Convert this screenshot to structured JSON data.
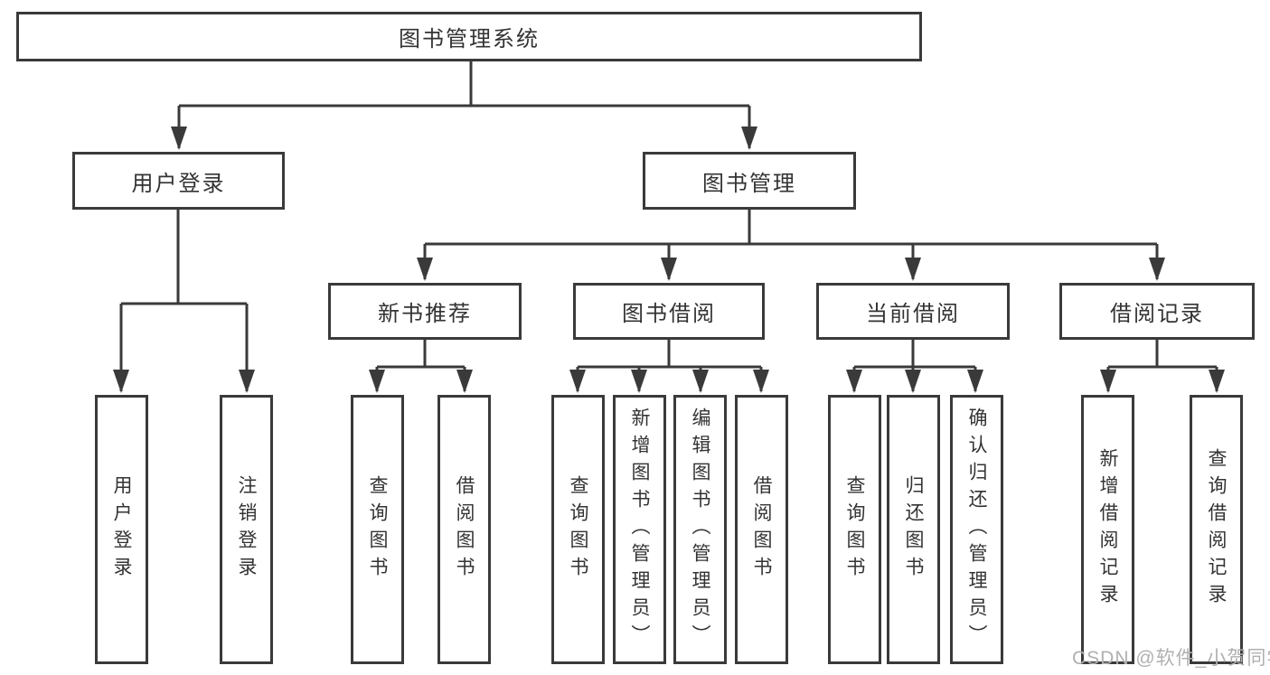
{
  "diagram": {
    "root": "图书管理系统",
    "level1": [
      "用户登录",
      "图书管理"
    ],
    "level2": [
      "新书推荐",
      "图书借阅",
      "当前借阅",
      "借阅记录"
    ],
    "leaves": [
      "用户登录",
      "注销登录",
      "查询图书",
      "借阅图书",
      "查询图书",
      "新增图书（管理员）",
      "编辑图书（管理员）",
      "借阅图书",
      "查询图书",
      "归还图书",
      "确认归还（管理员）",
      "新增借阅记录",
      "查询借阅记录"
    ]
  },
  "watermark": "CSDN @软件_小贺同学",
  "colors": {
    "line": "#3a3a3a",
    "text": "#333333",
    "watermark": "#b0b0b0",
    "background": "#ffffff"
  }
}
